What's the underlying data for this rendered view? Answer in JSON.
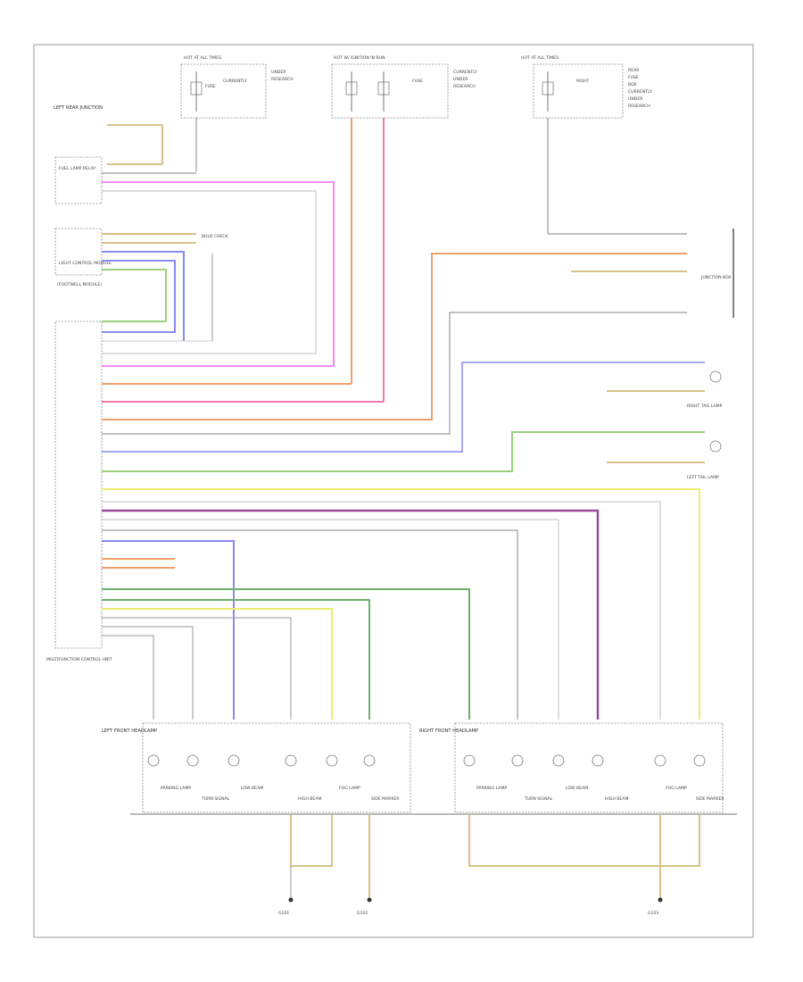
{
  "page": {
    "number": ""
  },
  "colors": {
    "frame": "#9a9a9a",
    "ground": "#9a9a9a",
    "tan": "#d9c187",
    "orange": "#f2a06a",
    "magenta": "#f08df0",
    "pink": "#f07aa8",
    "gray": "#b8b8b8",
    "blue": "#8a8af0",
    "green": "#9bd07a",
    "yellow": "#eeee70",
    "purple": "#9a4a9a",
    "darkgreen": "#6ab06a"
  },
  "fuse_boxes": [
    {
      "id": "fuse-box-1",
      "header": "HOT AT ALL TIMES",
      "lines": [
        "FUSE",
        "CURRENTLY",
        "UNDER",
        "RESEARCH"
      ]
    },
    {
      "id": "fuse-box-2",
      "header": "HOT W/ IGNITION IN RUN",
      "lines": [
        "FUSE",
        "CURRENTLY",
        "UNDER",
        "RESEARCH"
      ]
    },
    {
      "id": "fuse-box-3",
      "header": "HOT AT ALL TIMES",
      "lines": [
        "RIGHT",
        "REAR",
        "FUSE",
        "BOX",
        "CURRENTLY",
        "UNDER",
        "RESEARCH"
      ]
    }
  ],
  "components": {
    "left_rear_junction": "LEFT REAR JUNCTION",
    "fuel_lamp": "FUEL LAMP RELAY",
    "light_control": "LIGHT CONTROL MODULE",
    "light_control_sub": "(FOOTWELL MODULE)",
    "multifunction_control": "MULTIFUNCTION CONTROL UNIT",
    "left_front_headlamp": "LEFT FRONT HEADLAMP",
    "right_front_headlamp": "RIGHT FRONT HEADLAMP",
    "left_tail_lamp": "LEFT TAIL LAMP",
    "right_tail_lamp": "RIGHT TAIL LAMP",
    "bulb_check": "BULB CHECK",
    "junction_box": "JUNCTION BOX",
    "ground_1": "G101",
    "ground_2": "G102",
    "ground_3": "G103"
  },
  "headlamp_labels_left": [
    "PARKING LAMP",
    "TURN SIGNAL",
    "LOW BEAM",
    "HIGH BEAM",
    "FOG LAMP",
    "SIDE MARKER"
  ],
  "headlamp_labels_right": [
    "PARKING LAMP",
    "TURN SIGNAL",
    "LOW BEAM",
    "HIGH BEAM",
    "FOG LAMP",
    "SIDE MARKER"
  ]
}
